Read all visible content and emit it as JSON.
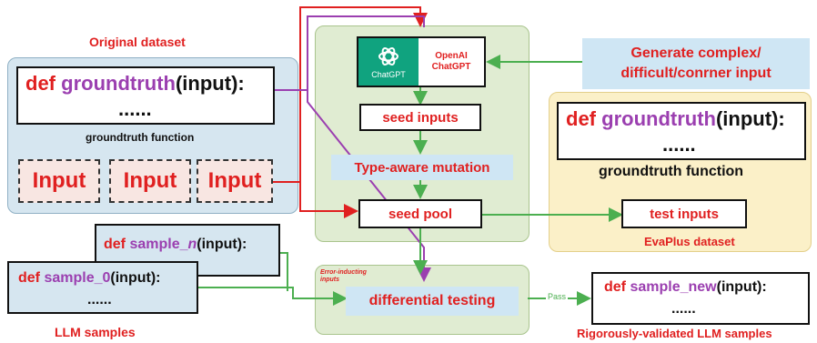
{
  "original_dataset_label": "Original dataset",
  "groundtruth_left": {
    "kw": "def ",
    "fn": "groundtruth",
    "rest": "(input):",
    "dots": "......",
    "caption": "groundtruth function"
  },
  "inputs": [
    "Input",
    "Input",
    "Input"
  ],
  "sample_n": {
    "kw": "def ",
    "fn": "sample_",
    "fn_italic": "n",
    "rest": "(input):"
  },
  "sample_0": {
    "kw": "def ",
    "fn": "sample_0",
    "rest": "(input):",
    "dots": "......"
  },
  "llm_samples_label": "LLM samples",
  "chatgpt": {
    "logo_text": "ChatGPT",
    "name_line1": "OpenAI",
    "name_line2": "ChatGPT"
  },
  "generate_box": {
    "line1": "Generate complex/",
    "line2": "difficult/conrner input"
  },
  "seed_inputs": "seed inputs",
  "type_aware": "Type-aware mutation",
  "seed_pool": "seed pool",
  "error_inducing": {
    "line1": "Error-inducting",
    "line2": "inputs"
  },
  "differential_testing": "differential testing",
  "pass_label": "Pass",
  "evaplus": {
    "kw": "def ",
    "fn": "groundtruth",
    "rest": "(input):",
    "dots": "......",
    "caption": "groundtruth function",
    "test_inputs": "test inputs",
    "dataset_label": "EvaPlus dataset"
  },
  "sample_new": {
    "kw": "def ",
    "fn": "sample_new",
    "rest": "(input):",
    "dots": "......"
  },
  "validated_label": "Rigorously-validated LLM samples",
  "colors": {
    "red": "#e02020",
    "purple": "#9b3fb0",
    "green": "#4caf50"
  }
}
